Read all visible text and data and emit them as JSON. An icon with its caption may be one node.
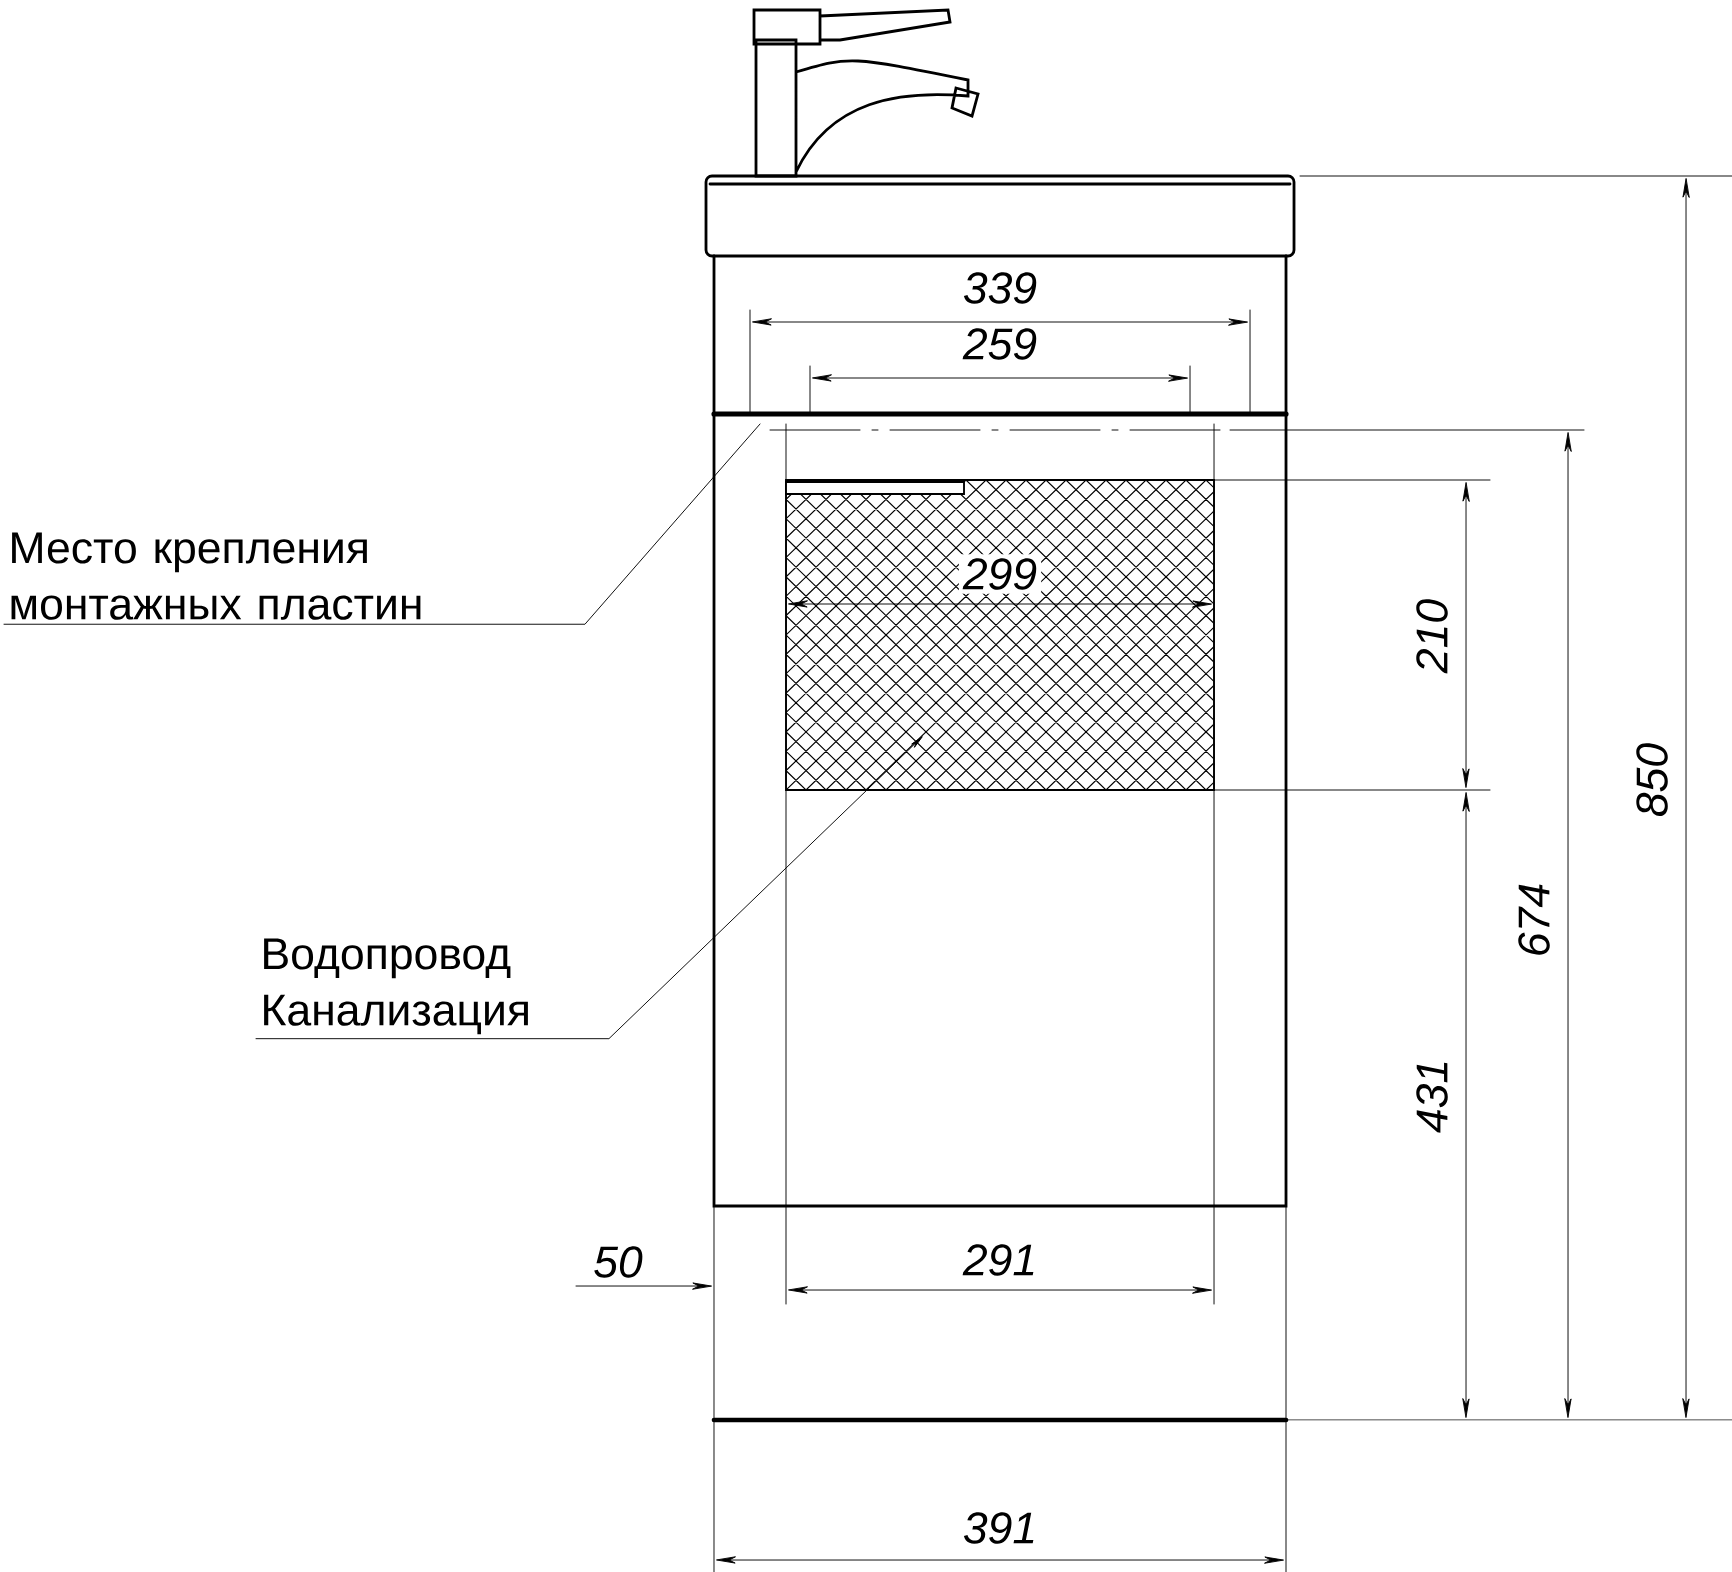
{
  "diagram": {
    "nodes": [
      {
        "text": [
          "Место крепления монтажных пластин"
        ]
      },
      {
        "text": [
          "Водопровод Канализация"
        ]
      },
      {
        "text": [],
        "shape": "box"
      }
    ],
    "edges": [
      {
        "from": 0,
        "to": null,
        "arrow": "none"
      },
      {
        "from": 1,
        "to": 2,
        "arrow": "to"
      }
    ],
    "labels": [
      "339",
      "259",
      "299",
      "210",
      "850",
      "674",
      "431",
      "50",
      "291",
      "391"
    ]
  }
}
